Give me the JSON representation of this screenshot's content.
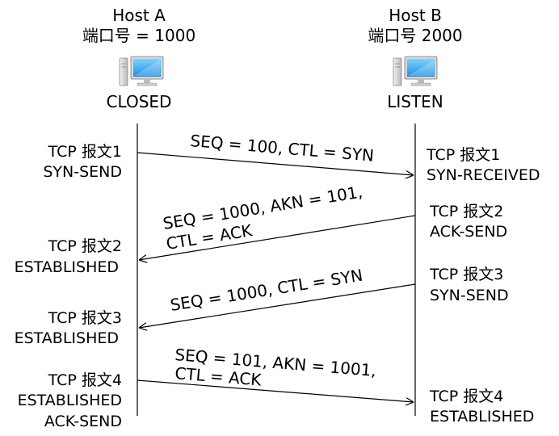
{
  "host_a": {
    "name": "Host A",
    "port_label": "端口号 = 1000",
    "initial_state": "CLOSED"
  },
  "host_b": {
    "name": "Host B",
    "port_label": "端口号 2000",
    "initial_state": "LISTEN"
  },
  "messages": [
    {
      "label_lines": [
        "SEQ = 100, CTL = SYN"
      ],
      "direction": "A-to-B",
      "sender_status": [
        "TCP 报文1",
        "SYN-SEND"
      ],
      "receiver_status": [
        "TCP 报文1",
        "SYN-RECEIVED"
      ]
    },
    {
      "label_lines": [
        "SEQ = 1000, AKN = 101,",
        "CTL = ACK"
      ],
      "direction": "B-to-A",
      "sender_status": [
        "TCP 报文2",
        "ACK-SEND"
      ],
      "receiver_status": [
        "TCP 报文2",
        "ESTABLISHED"
      ]
    },
    {
      "label_lines": [
        "SEQ = 1000, CTL = SYN"
      ],
      "direction": "B-to-A",
      "sender_status": [
        "TCP 报文3",
        "SYN-SEND"
      ],
      "receiver_status": [
        "TCP 报文3",
        "ESTABLISHED"
      ]
    },
    {
      "label_lines": [
        "SEQ = 101, AKN = 1001,",
        "CTL = ACK"
      ],
      "direction": "A-to-B",
      "sender_status": [
        "TCP 报文4",
        "ESTABLISHED",
        "ACK-SEND"
      ],
      "receiver_status": [
        "TCP 报文4",
        "ESTABLISHED"
      ]
    }
  ],
  "icon_names": [
    "computer-icon"
  ]
}
